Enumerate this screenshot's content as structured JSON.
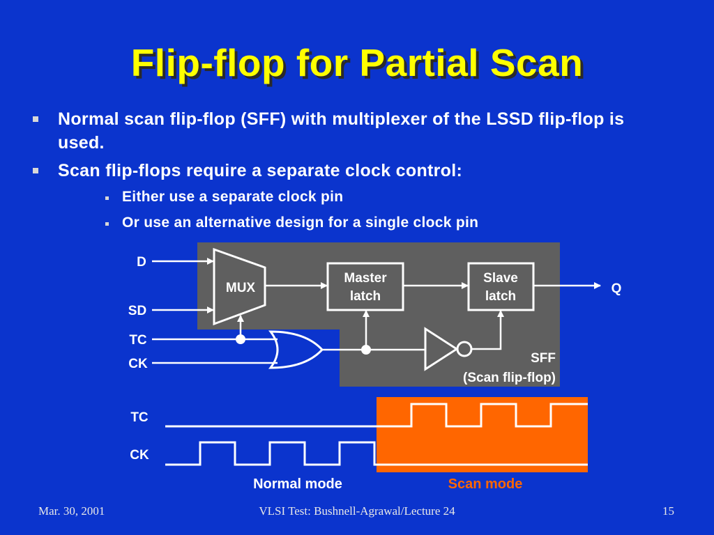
{
  "slide": {
    "title": "Flip-flop for Partial Scan",
    "bullets": [
      "Normal scan flip-flop (SFF) with multiplexer of the LSSD flip-flop is used.",
      "Scan flip-flops require a separate clock control:"
    ],
    "subbullets": [
      "Either use a separate clock pin",
      "Or use an alternative design for a single clock pin"
    ],
    "bullet_icon": "square-bullet-icon"
  },
  "diagram": {
    "input_d": "D",
    "input_sd": "SD",
    "input_tc": "TC",
    "input_ck": "CK",
    "mux": "MUX",
    "master_line1": "Master",
    "master_line2": "latch",
    "slave_line1": "Slave",
    "slave_line2": "latch",
    "output_q": "Q",
    "sff": "SFF",
    "sff_full": "(Scan flip-flop)"
  },
  "waveforms": {
    "tc": "TC",
    "ck": "CK",
    "normal_mode": "Normal mode",
    "scan_mode": "Scan mode"
  },
  "footer": {
    "date": "Mar. 30, 2001",
    "course": "VLSI Test: Bushnell-Agrawal/Lecture 24",
    "page": "15"
  },
  "colors": {
    "background": "#0b34cd",
    "title": "#ffff00",
    "accent": "#ff6600",
    "box": "#5f5f5f"
  }
}
